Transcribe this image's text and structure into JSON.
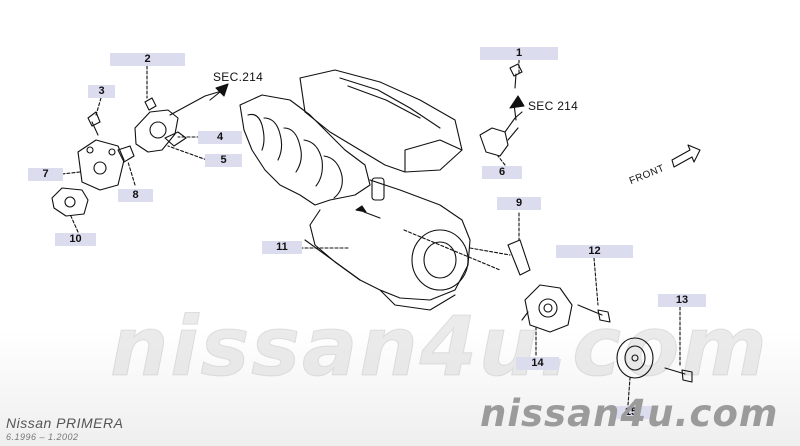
{
  "section_refs": [
    "SEC.214",
    "SEC 214"
  ],
  "front_label": "FRONT",
  "callouts": [
    "1",
    "2",
    "3",
    "4",
    "5",
    "6",
    "7",
    "8",
    "9",
    "10",
    "11",
    "12",
    "13",
    "14",
    "15"
  ],
  "watermark": "nissan4u.com",
  "footer": {
    "brand": "nissan4u.com",
    "model": "Nissan PRIMERA",
    "dates": "6.1996 – 1.2002"
  },
  "colors": {
    "callout_bg": "#dcdcef",
    "line": "#111111",
    "watermark": "#9b9b9b"
  }
}
